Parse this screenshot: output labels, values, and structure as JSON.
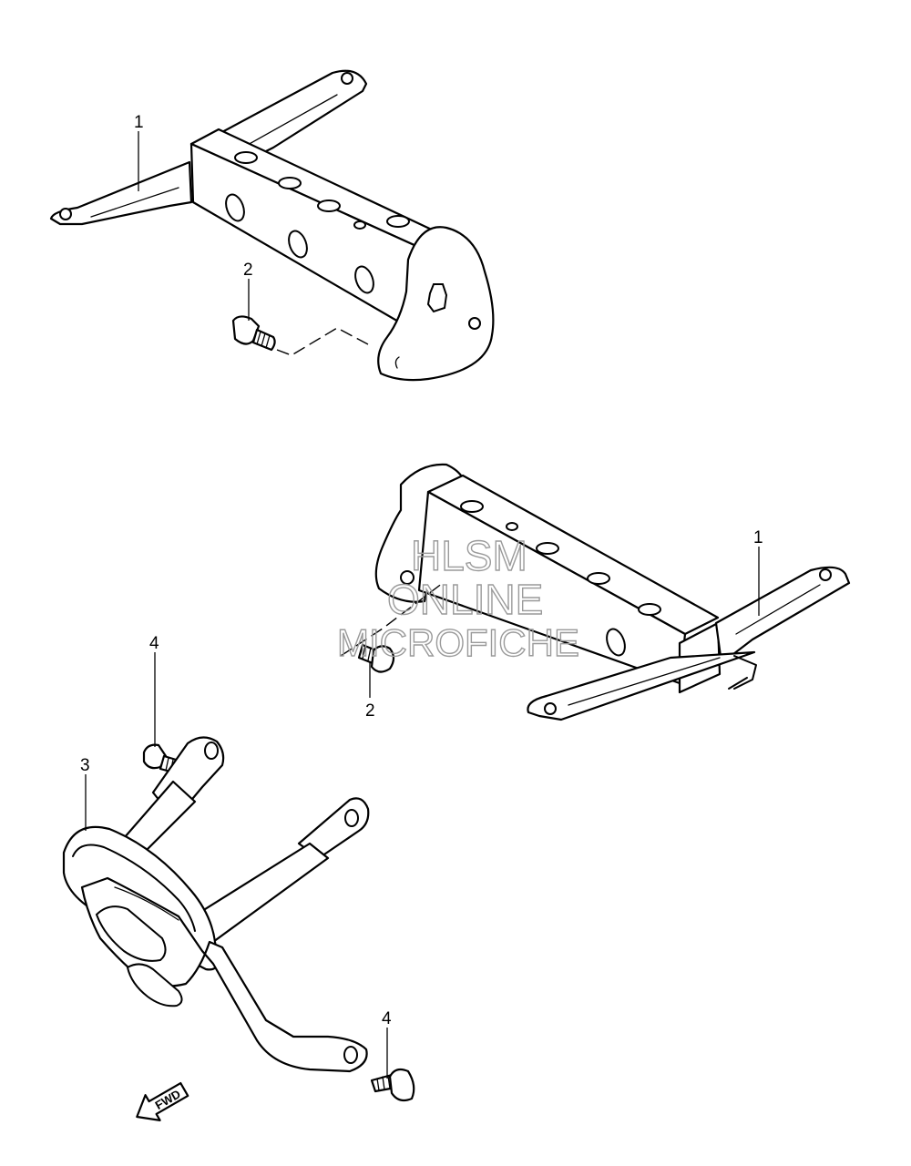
{
  "callouts": [
    {
      "id": "c1a",
      "label": "1"
    },
    {
      "id": "c2a",
      "label": "2"
    },
    {
      "id": "c1b",
      "label": "1"
    },
    {
      "id": "c2b",
      "label": "2"
    },
    {
      "id": "c4a",
      "label": "4"
    },
    {
      "id": "c3",
      "label": "3"
    },
    {
      "id": "c4b",
      "label": "4"
    }
  ],
  "watermark": {
    "line1": "HLSM",
    "line2": "ONLINE",
    "line3": "MICROFICHE"
  },
  "direction_marker": {
    "label": "FWD",
    "icon": "forward-arrow-icon"
  },
  "colors": {
    "line": "#000000",
    "watermark": "#9a9a9a",
    "background": "#ffffff"
  }
}
